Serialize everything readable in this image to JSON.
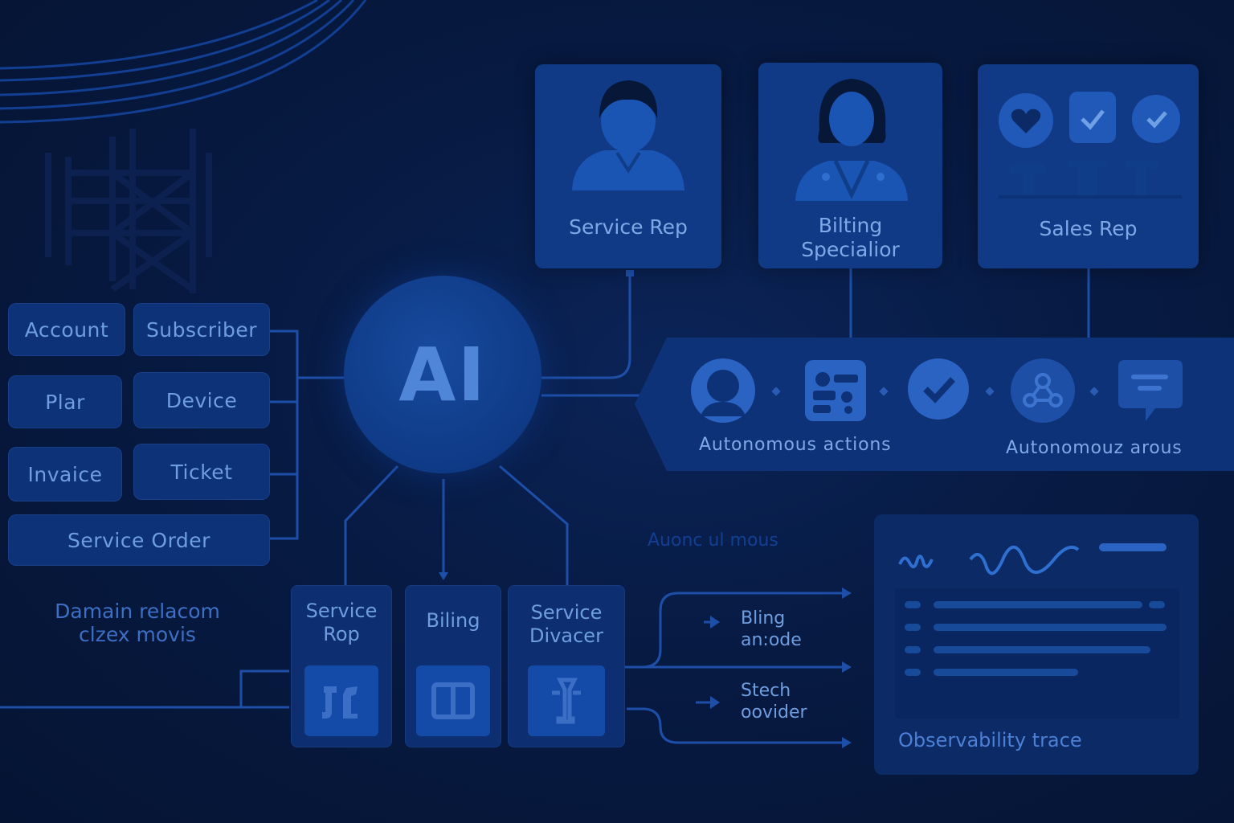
{
  "domain_chips": [
    "Account",
    "Subscriber",
    "Plar",
    "Device",
    "Invaice",
    "Ticket",
    "Service Order"
  ],
  "domain_caption": [
    "Damain relacom",
    "clzex movis"
  ],
  "center": {
    "label": "AI"
  },
  "role_cards": [
    {
      "label": "Service Rep"
    },
    {
      "label_lines": [
        "Bilting",
        "Specialior"
      ]
    },
    {
      "label": "Sales Rep"
    }
  ],
  "actions_banner": {
    "label_left": "Autonomous actions",
    "label_right": "Autonomouz arous",
    "icons": [
      "user-circle-icon",
      "id-card-icon",
      "check-circle-icon",
      "network-nodes-icon",
      "message-icon"
    ]
  },
  "floating_label": "Auonc ul mous",
  "agents": [
    {
      "lines": [
        "Service",
        "Rop"
      ],
      "icon": "tools-icon"
    },
    {
      "lines": [
        "Biling"
      ],
      "icon": "window-icon"
    },
    {
      "lines": [
        "Service",
        "Divacer"
      ],
      "icon": "wrench-icon"
    }
  ],
  "routes": [
    {
      "lines": [
        "Bling",
        "an:ode"
      ]
    },
    {
      "lines": [
        "Stech",
        "oovider"
      ]
    }
  ],
  "observability": {
    "label": "Observability trace"
  },
  "colors": {
    "background": "#071a42",
    "panel": "#0e3278",
    "card": "#113a86",
    "accent": "#3b74d6",
    "line": "#1e4fa8",
    "text": "#7ea9e6"
  }
}
